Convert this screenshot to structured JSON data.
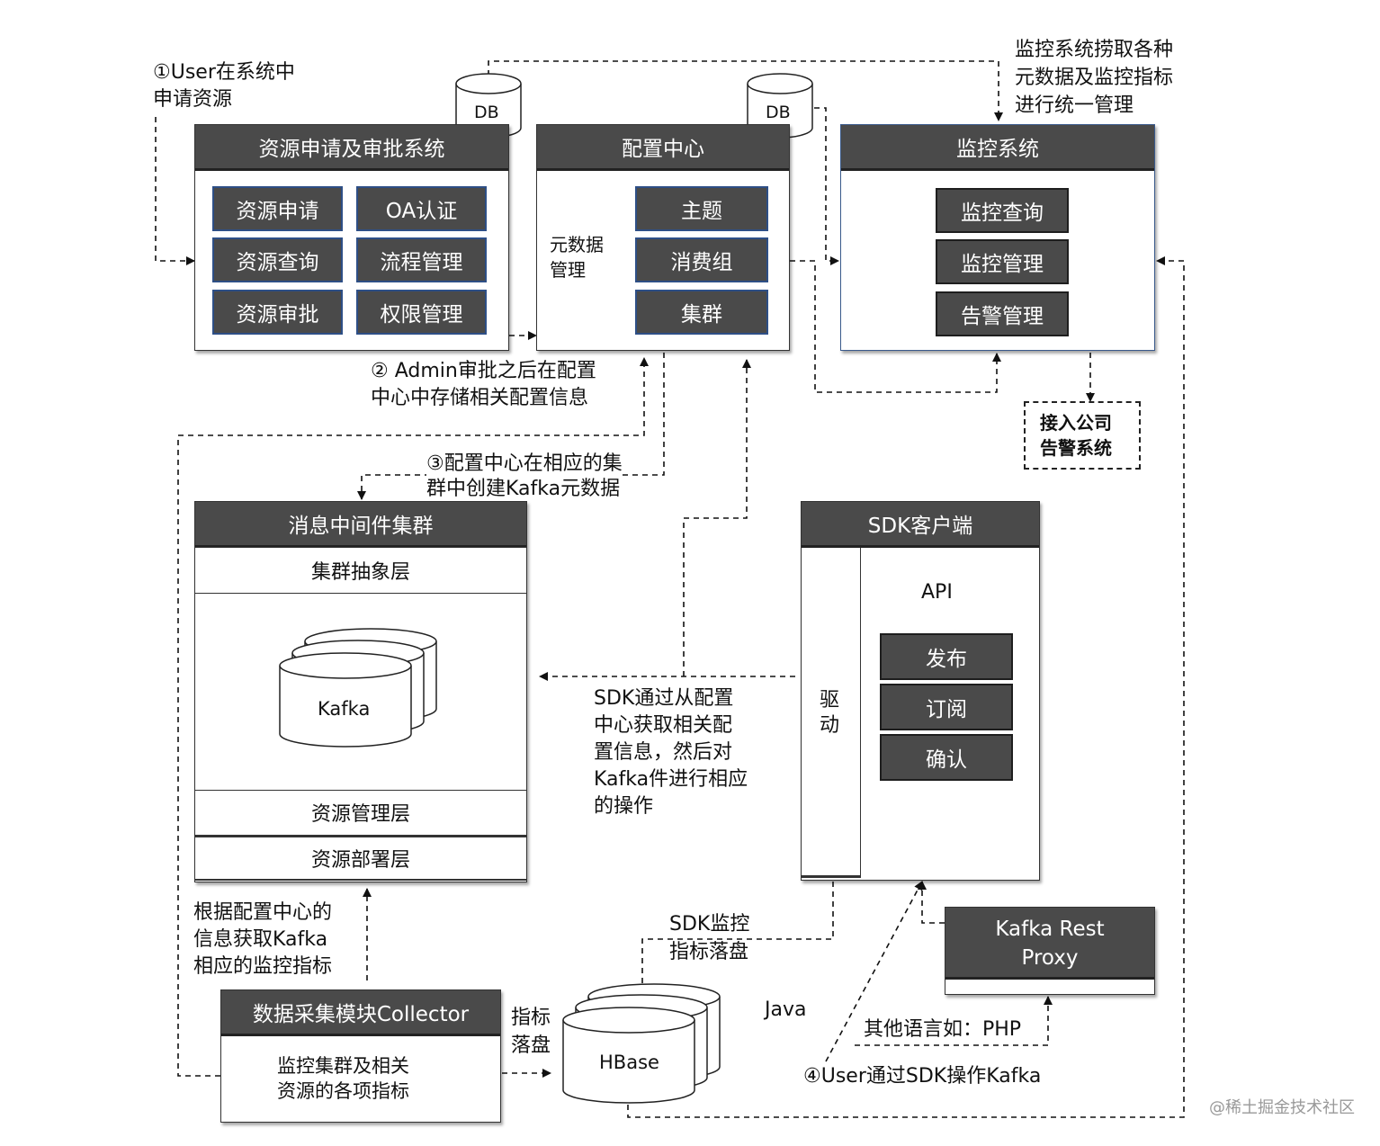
{
  "annotations": {
    "step1": [
      "①User在系统中",
      "申请资源"
    ],
    "monitor_note": [
      "监控系统捞取各种",
      "元数据及监控指标",
      "进行统一管理"
    ],
    "step2": [
      "② Admin审批之后在配置",
      "中心中存储相关配置信息"
    ],
    "step3": [
      "③配置中心在相应的集",
      "群中创建Kafka元数据"
    ],
    "sdk_note": [
      "SDK通过从配置",
      "中心获取相关配",
      "置信息，然后对",
      "Kafka件进行相应",
      "的操作"
    ],
    "collector_note": [
      "根据配置中心的",
      "信息获取Kafka",
      "相应的监控指标"
    ],
    "sdk_monitor": [
      "SDK监控",
      "指标落盘"
    ],
    "metric_disk": [
      "指标",
      "落盘"
    ],
    "java": "Java",
    "other_lang": "其他语言如：PHP",
    "step4": "④User通过SDK操作Kafka",
    "watermark": "@稀土掘金技术社区"
  },
  "db_label": "DB",
  "resource_system": {
    "title": "资源申请及审批系统",
    "cells": [
      "资源申请",
      "OA认证",
      "资源查询",
      "流程管理",
      "资源审批",
      "权限管理"
    ]
  },
  "config_center": {
    "title": "配置中心",
    "meta_label": [
      "元数据",
      "管理"
    ],
    "cells": [
      "主题",
      "消费组",
      "集群"
    ]
  },
  "monitor_system": {
    "title": "监控系统",
    "cells": [
      "监控查询",
      "监控管理",
      "告警管理"
    ]
  },
  "alert_system": [
    "接入公司",
    "告警系统"
  ],
  "mq_cluster": {
    "title": "消息中间件集群",
    "layers": [
      "集群抽象层",
      "资源管理层",
      "资源部署层"
    ],
    "kafka": "Kafka"
  },
  "sdk_client": {
    "title": "SDK客户端",
    "driver": "驱动",
    "api": "API",
    "cells": [
      "发布",
      "订阅",
      "确认"
    ]
  },
  "rest_proxy": [
    "Kafka Rest",
    "Proxy"
  ],
  "collector": {
    "title": "数据采集模块Collector",
    "body": [
      "监控集群及相关",
      "资源的各项指标"
    ]
  },
  "hbase": "HBase"
}
